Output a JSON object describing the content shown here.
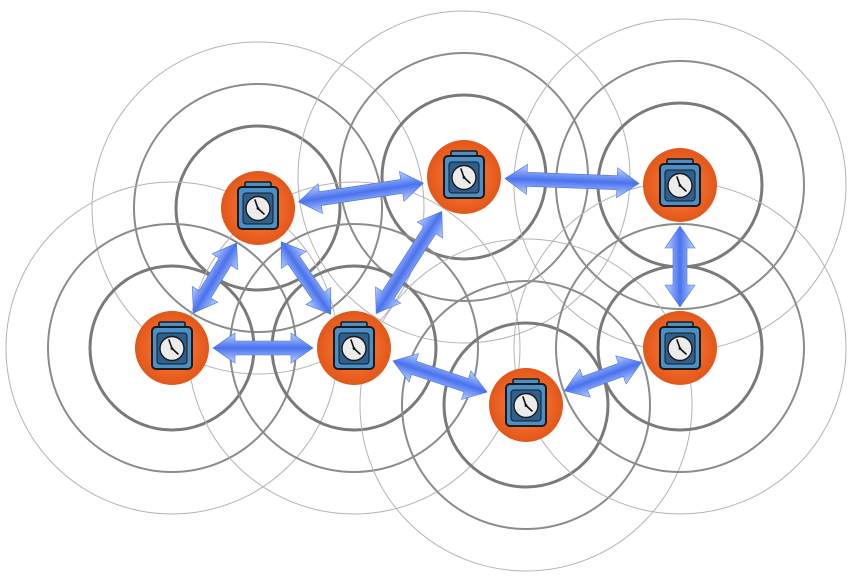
{
  "diagram": {
    "colors": {
      "background": "#ffffff",
      "ring_inner": "#7a7a7a",
      "ring_middle": "#8c8c8c",
      "ring_outer": "#b4b4b4",
      "node_halo": "#f26a2a",
      "clock_frame": "#2f5f8f",
      "clock_body": "#4a90c8",
      "clock_face": "#ececec",
      "arrow_light": "#bcd3ff",
      "arrow_dark": "#4a72ee"
    },
    "nodes": [
      {
        "id": "n1",
        "icon": "clock-icon"
      },
      {
        "id": "n2",
        "icon": "clock-icon"
      },
      {
        "id": "n3",
        "icon": "clock-icon"
      },
      {
        "id": "n4",
        "icon": "clock-icon"
      },
      {
        "id": "n5",
        "icon": "clock-icon"
      },
      {
        "id": "n6",
        "icon": "clock-icon"
      },
      {
        "id": "n7",
        "icon": "clock-icon"
      },
      {
        "id": "n8",
        "icon": "clock-icon"
      }
    ],
    "links": [
      {
        "from": "n1",
        "to": "n2"
      },
      {
        "from": "n2",
        "to": "n3"
      },
      {
        "from": "n1",
        "to": "n4"
      },
      {
        "from": "n1",
        "to": "n5"
      },
      {
        "from": "n4",
        "to": "n5"
      },
      {
        "from": "n5",
        "to": "n2"
      },
      {
        "from": "n5",
        "to": "n6"
      },
      {
        "from": "n6",
        "to": "n7"
      },
      {
        "from": "n3",
        "to": "n7"
      }
    ]
  }
}
